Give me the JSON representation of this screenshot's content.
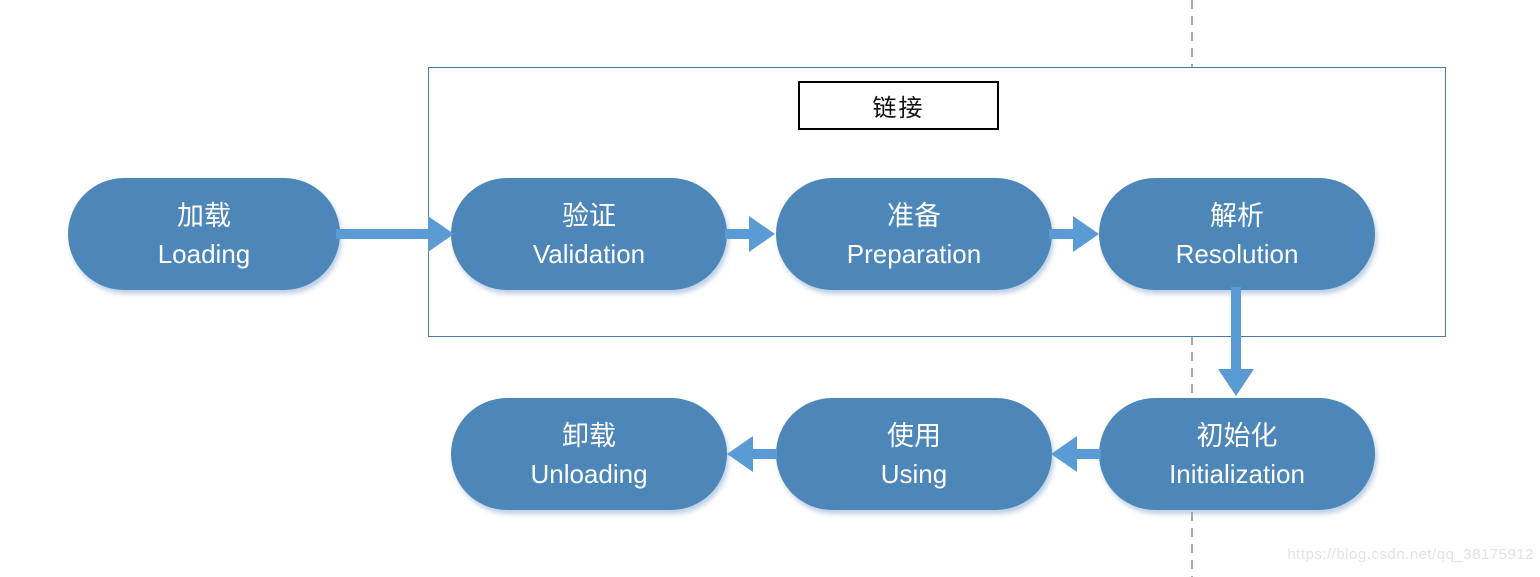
{
  "linking_group": {
    "label": "链接"
  },
  "stages": [
    {
      "id": "loading",
      "zh": "加载",
      "en": "Loading"
    },
    {
      "id": "validation",
      "zh": "验证",
      "en": "Validation"
    },
    {
      "id": "preparation",
      "zh": "准备",
      "en": "Preparation"
    },
    {
      "id": "resolution",
      "zh": "解析",
      "en": "Resolution"
    },
    {
      "id": "initialization",
      "zh": "初始化",
      "en": "Initialization"
    },
    {
      "id": "using",
      "zh": "使用",
      "en": "Using"
    },
    {
      "id": "unloading",
      "zh": "卸载",
      "en": "Unloading"
    }
  ],
  "edges": [
    {
      "from": "loading",
      "to": "validation",
      "direction": "right"
    },
    {
      "from": "validation",
      "to": "preparation",
      "direction": "right"
    },
    {
      "from": "preparation",
      "to": "resolution",
      "direction": "right"
    },
    {
      "from": "resolution",
      "to": "initialization",
      "direction": "down"
    },
    {
      "from": "initialization",
      "to": "using",
      "direction": "left"
    },
    {
      "from": "using",
      "to": "unloading",
      "direction": "left"
    }
  ],
  "watermark": "https://blog.csdn.net/qq_38175912",
  "colors": {
    "pill_fill": "#4d86b8",
    "arrow": "#5b9bd5",
    "container_border": "#4a7aad",
    "label_border": "#000000",
    "dashed_line": "#ababab",
    "watermark_text": "#e3e3e3",
    "pill_text": "#ffffff"
  }
}
